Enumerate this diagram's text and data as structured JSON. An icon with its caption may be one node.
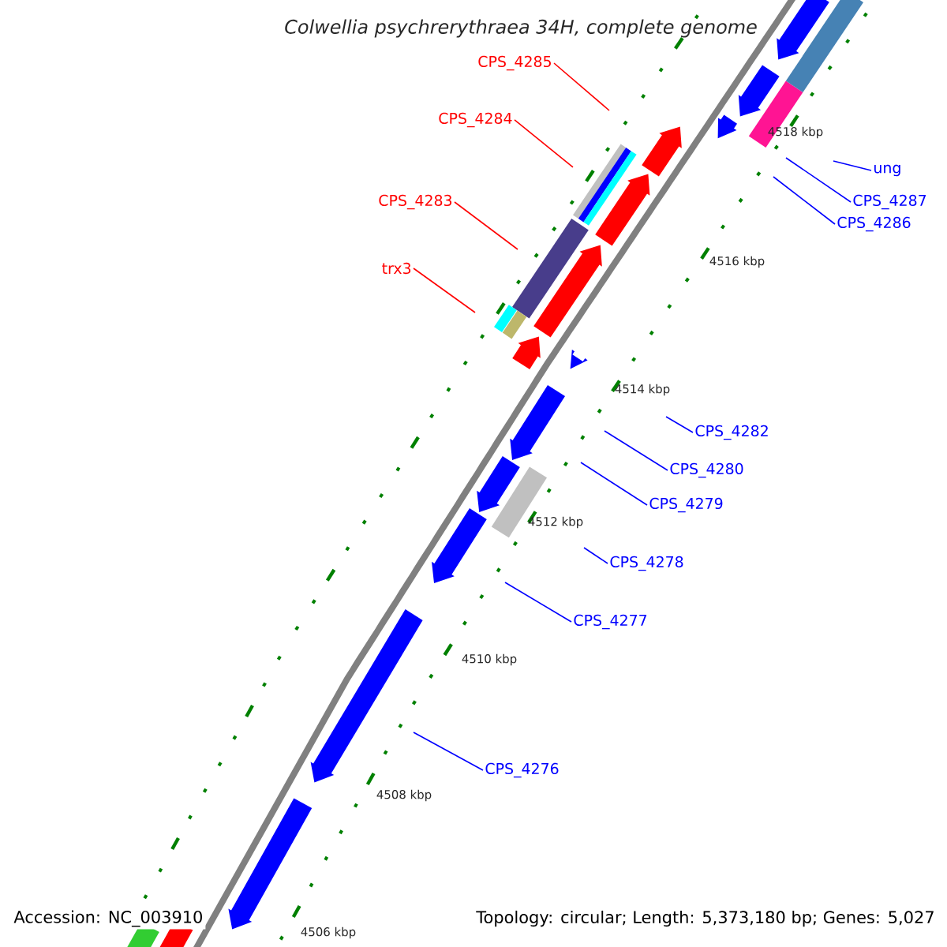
{
  "diagram": {
    "title": "Colwellia psychrerythraea 34H, complete genome",
    "nodes": [
      {
        "text": [
          "CPS_4285"
        ]
      },
      {
        "text": [
          "CPS_4284"
        ]
      },
      {
        "text": [
          "CPS_4283"
        ]
      },
      {
        "text": [
          "trx3"
        ]
      },
      {
        "text": [
          "ung"
        ]
      },
      {
        "text": [
          "CPS_4287"
        ]
      },
      {
        "text": [
          "CPS_4286"
        ]
      },
      {
        "text": [
          "CPS_4282"
        ]
      },
      {
        "text": [
          "CPS_4280"
        ]
      },
      {
        "text": [
          "CPS_4279"
        ]
      },
      {
        "text": [
          "CPS_4278"
        ]
      },
      {
        "text": [
          "CPS_4277"
        ]
      },
      {
        "text": [
          "CPS_4276"
        ]
      }
    ],
    "edges": [
      {
        "from": 0,
        "to": null,
        "arrow": "none",
        "color": "#ff0000"
      },
      {
        "from": 1,
        "to": null,
        "arrow": "none",
        "color": "#ff0000"
      },
      {
        "from": 2,
        "to": null,
        "arrow": "none",
        "color": "#ff0000"
      },
      {
        "from": 3,
        "to": null,
        "arrow": "none",
        "color": "#ff0000"
      },
      {
        "from": 4,
        "to": null,
        "arrow": "none"
      },
      {
        "from": 5,
        "to": null,
        "arrow": "none"
      },
      {
        "from": 6,
        "to": null,
        "arrow": "none"
      },
      {
        "from": 7,
        "to": null,
        "arrow": "none"
      },
      {
        "from": 8,
        "to": null,
        "arrow": "none"
      },
      {
        "from": 9,
        "to": null,
        "arrow": "none"
      },
      {
        "from": 10,
        "to": null,
        "arrow": "none"
      },
      {
        "from": 11,
        "to": null,
        "arrow": "none"
      },
      {
        "from": 12,
        "to": null,
        "arrow": "none"
      }
    ],
    "labels": [
      "4518 kbp",
      "4516 kbp",
      "4514 kbp",
      "4512 kbp",
      "4510 kbp",
      "4508 kbp",
      "4506 kbp",
      "Accession: NC_003910",
      "Topology: circular; Length: 5,373,180 bp; Genes: 5,027"
    ]
  }
}
